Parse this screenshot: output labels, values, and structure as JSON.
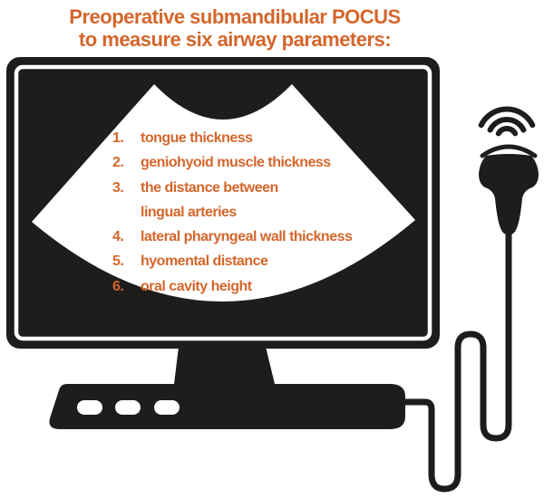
{
  "title": {
    "line1": "Preoperative submandibular POCUS",
    "line2": "to measure six airway parameters:"
  },
  "screen": {
    "list": [
      {
        "num": "1.",
        "text": "tongue thickness"
      },
      {
        "num": "2.",
        "text": "geniohyoid muscle thickness"
      },
      {
        "num": "3.",
        "text": "the distance between\nlingual arteries"
      },
      {
        "num": "4.",
        "text": "lateral pharyngeal wall thickness"
      },
      {
        "num": "5.",
        "text": "hyomental distance"
      },
      {
        "num": "6.",
        "text": "oral cavity height"
      }
    ]
  },
  "monitor": {
    "button_count": 3
  },
  "icons": {
    "screen_shape": "ultrasound-sector-fan-icon",
    "probe": "ultrasound-probe-icon",
    "waves": "wireless-signal-waves-icon",
    "cable": "probe-cable-icon"
  },
  "colors": {
    "ink": "#1f1d1b",
    "accent": "#d4662c",
    "paper": "#ffffff"
  }
}
